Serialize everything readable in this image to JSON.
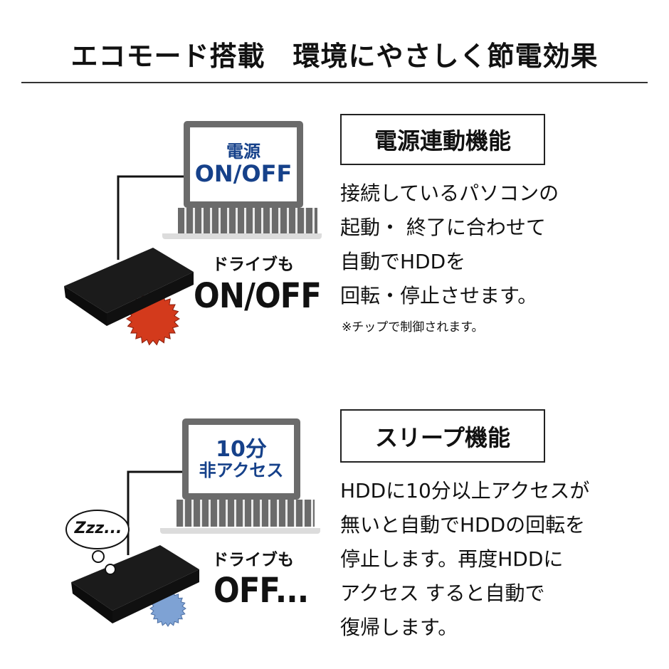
{
  "header": {
    "title": "エコモード搭載　環境にやさしく節電効果"
  },
  "sections": [
    {
      "screen_line1": "電源",
      "screen_line2": "ON/OFF",
      "drive_caption_small": "ドライブも",
      "drive_caption_big": "ON/OFF",
      "feature_title": "電源連動機能",
      "body_lines": [
        "接続しているパソコンの",
        "起動・ 終了に合わせて",
        "自動でHDDを",
        "回転・停止させます。"
      ],
      "note": "※チップで制御されます。",
      "burst_color": "#d33a1c"
    },
    {
      "screen_line1": "10分",
      "screen_line2": "非アクセス",
      "bubble_text": "Zzz...",
      "drive_caption_small": "ドライブも",
      "drive_caption_big": "OFF...",
      "feature_title": "スリープ機能",
      "body_lines": [
        "HDDに10分以上アクセスが",
        "無いと自動でHDDの回転を",
        "停止します。再度HDDに",
        "アクセス すると自動で",
        "復帰します。"
      ],
      "burst_color": "#7ea2d4"
    }
  ]
}
